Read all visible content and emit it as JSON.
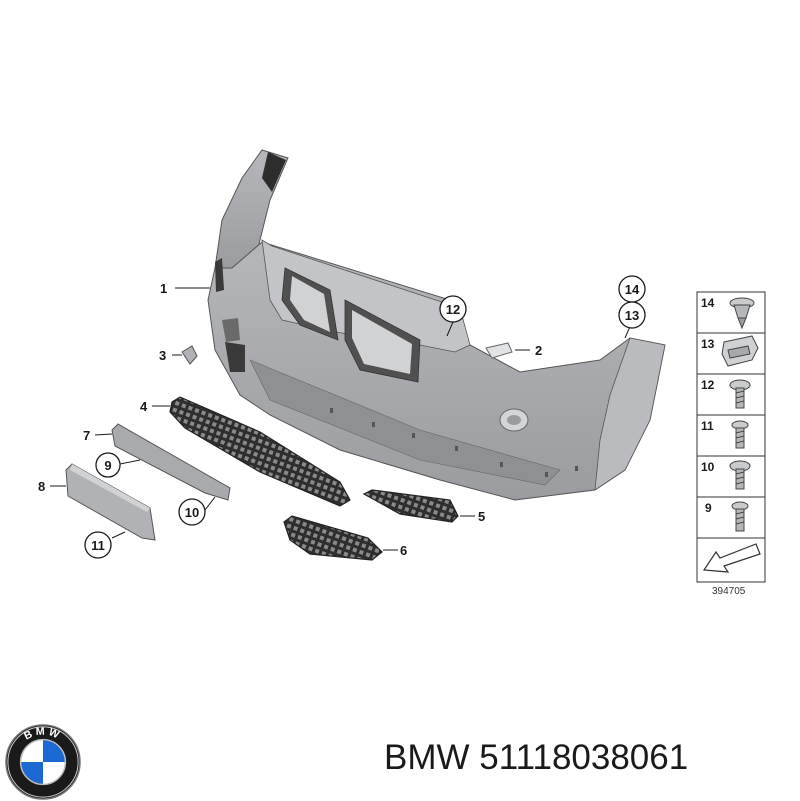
{
  "callouts": [
    {
      "number": "1",
      "circled": false
    },
    {
      "number": "2",
      "circled": false
    },
    {
      "number": "3",
      "circled": false
    },
    {
      "number": "4",
      "circled": false
    },
    {
      "number": "5",
      "circled": false
    },
    {
      "number": "6",
      "circled": false
    },
    {
      "number": "7",
      "circled": false
    },
    {
      "number": "8",
      "circled": false
    },
    {
      "number": "9",
      "circled": true
    },
    {
      "number": "10",
      "circled": true
    },
    {
      "number": "11",
      "circled": true
    },
    {
      "number": "12",
      "circled": true
    },
    {
      "number": "13",
      "circled": true
    },
    {
      "number": "14",
      "circled": true
    }
  ],
  "fastener_panel": {
    "items": [
      "14",
      "13",
      "12",
      "11",
      "10",
      "9"
    ],
    "reference_number": "394705"
  },
  "logo": {
    "text": "BMW"
  },
  "caption": {
    "brand": "BMW",
    "part_number": "51118038061"
  },
  "colors": {
    "bumper": "#a6a8ab",
    "grille": "#3c3c3c",
    "line": "#1a1a1a"
  }
}
